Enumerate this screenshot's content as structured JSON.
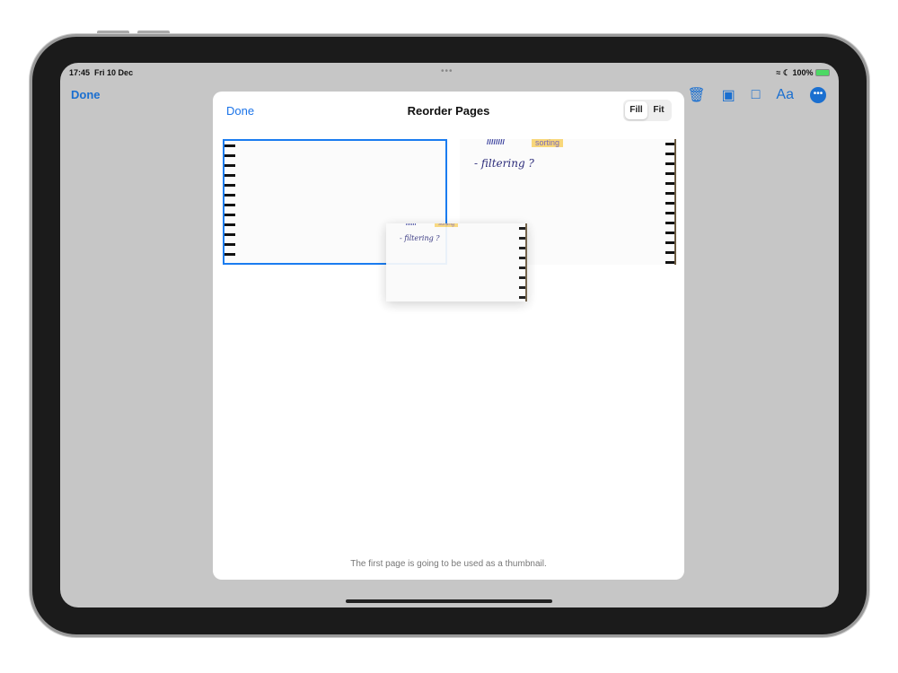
{
  "status_bar": {
    "time": "17:45",
    "date": "Fri 10 Dec",
    "battery": "100%"
  },
  "background_app": {
    "done_label": "Done",
    "text_style_label": "Aa"
  },
  "modal": {
    "done_label": "Done",
    "title": "Reorder Pages",
    "segmented": {
      "options": [
        "Fill",
        "Fit"
      ],
      "selected": "Fill"
    },
    "pages": [
      {
        "index": 1,
        "selected": true
      },
      {
        "index": 2,
        "highlight_text": "sorting",
        "note": "- filtering ?"
      }
    ],
    "dragged_page": {
      "highlight_text": "sorting",
      "note": "- filtering ?"
    },
    "footer": "The first page is going to be used as a thumbnail."
  },
  "colors": {
    "accent": "#1a73e8",
    "selection": "#1a7cf0"
  }
}
